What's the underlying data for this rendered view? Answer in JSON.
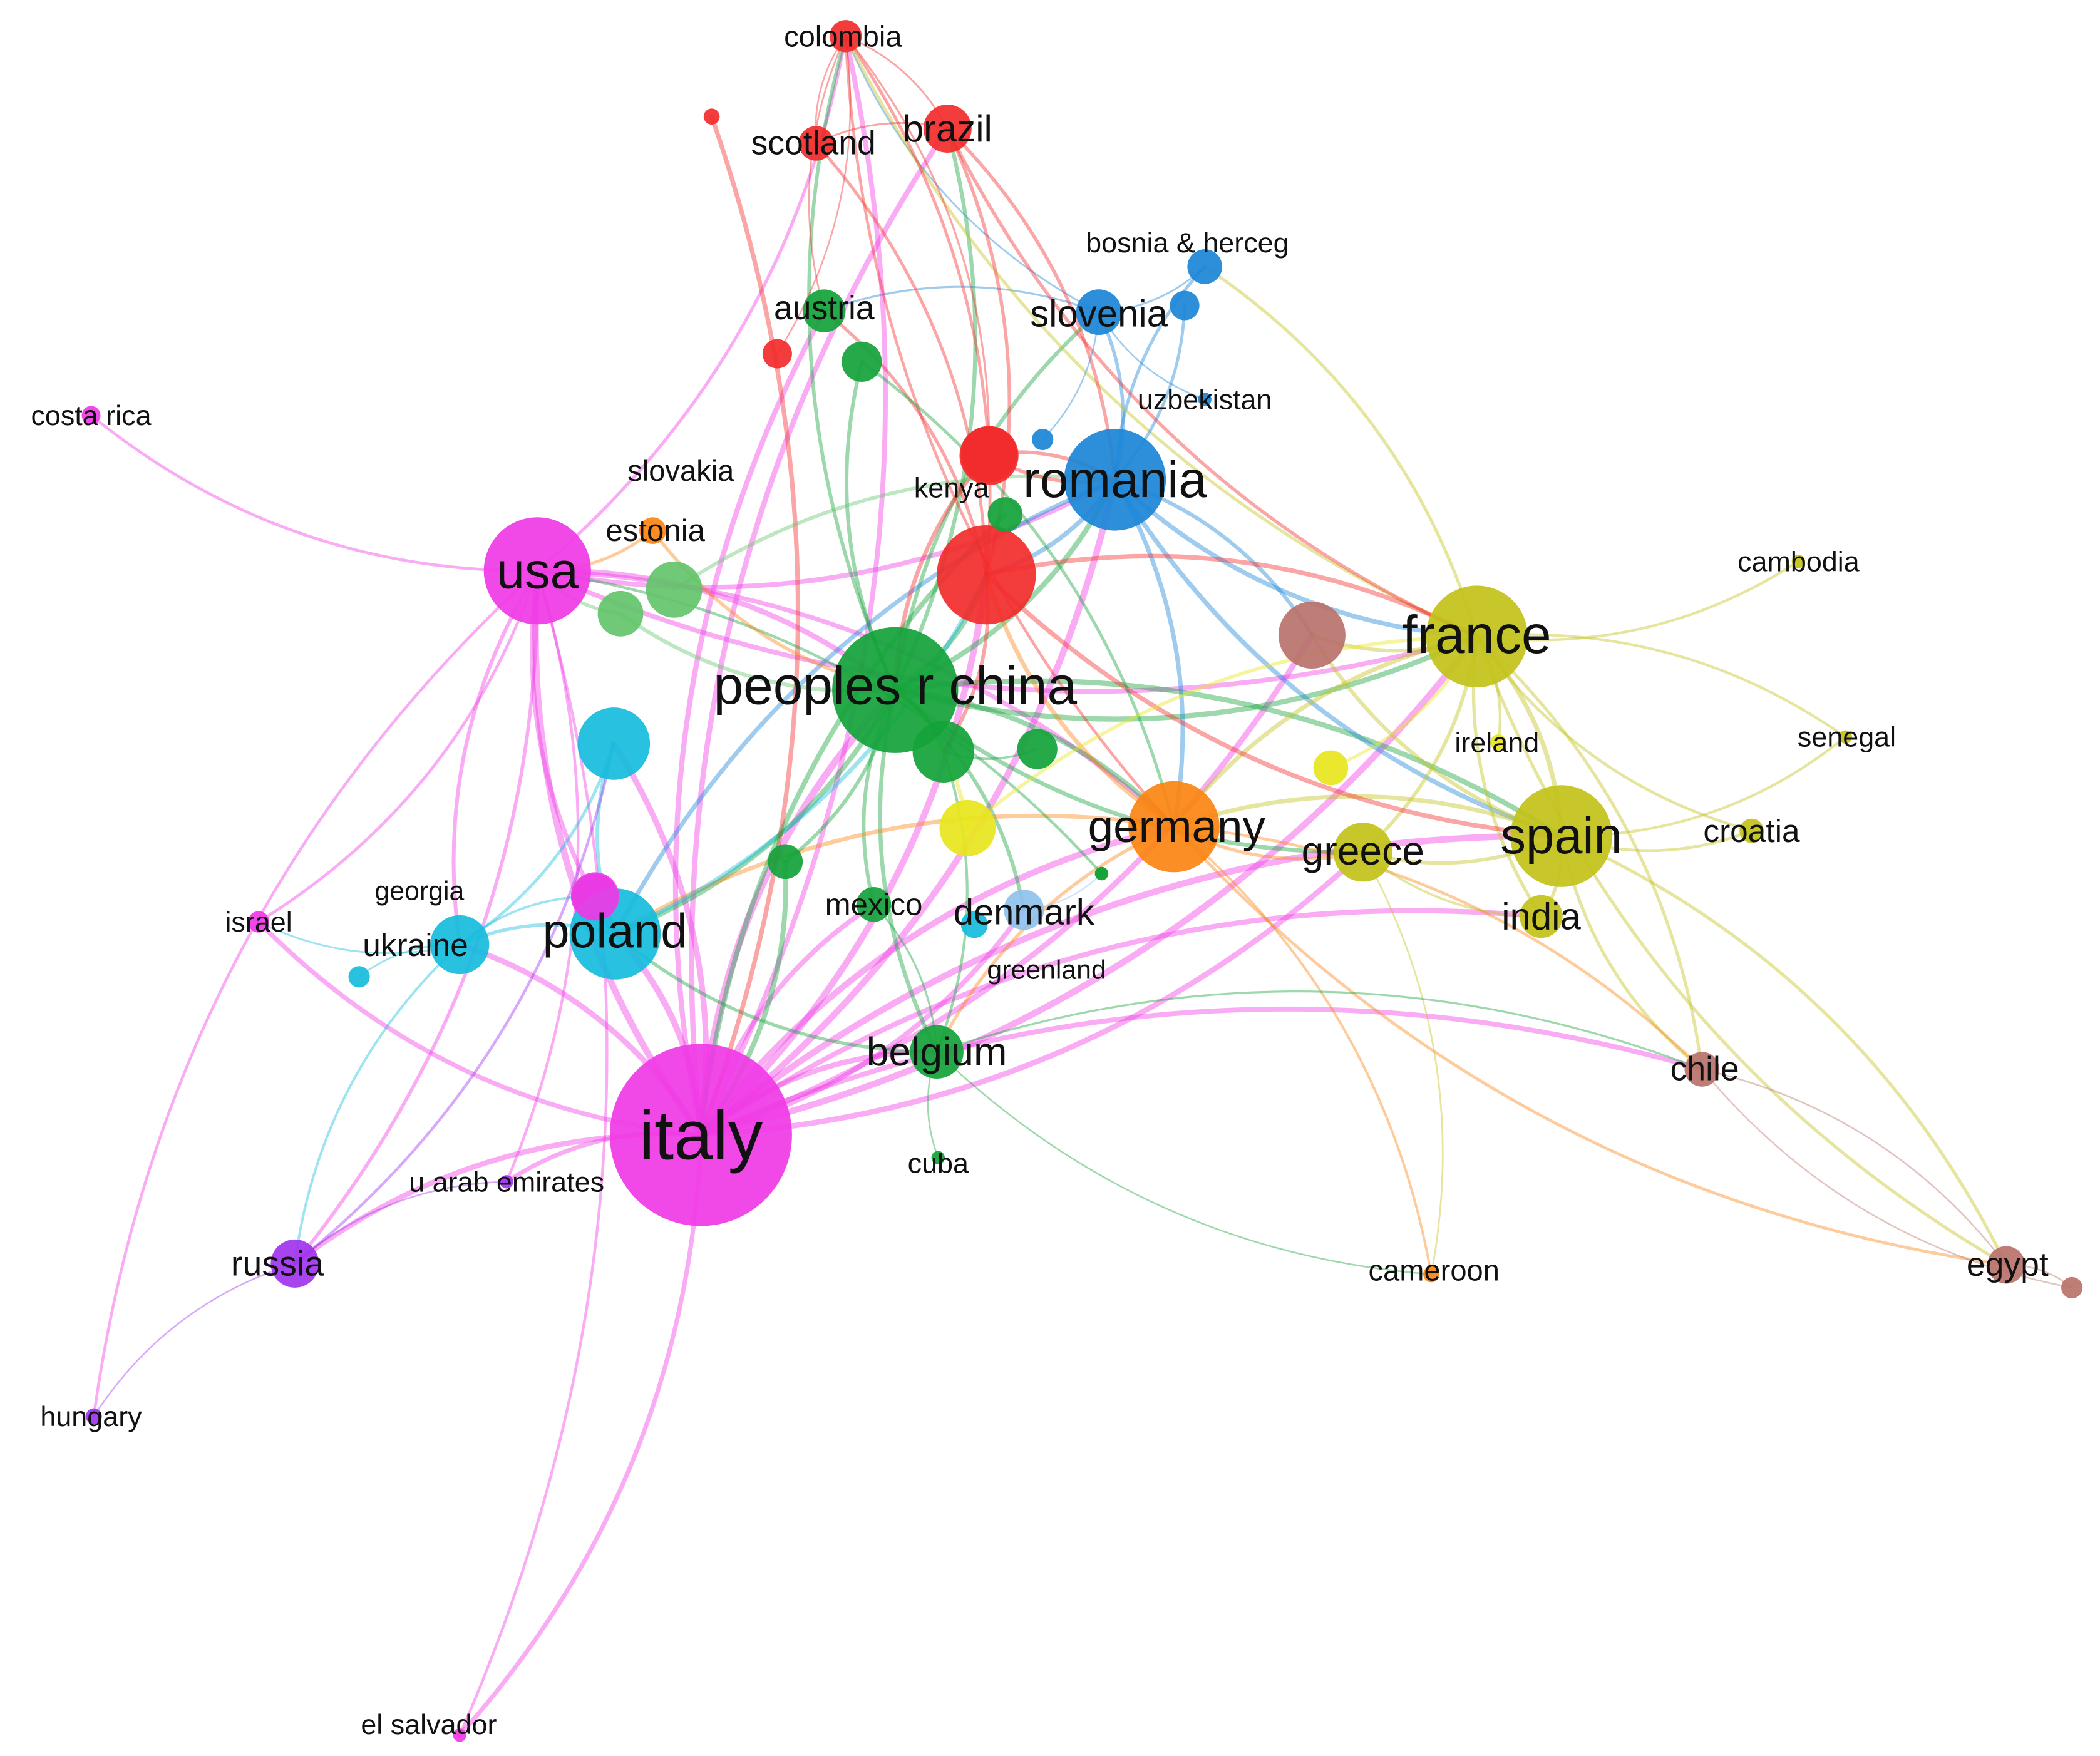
{
  "clusters": {
    "red": "#f22b2b",
    "green": "#14a33a",
    "blue": "#1b86d6",
    "yellow_olive": "#c2c21a",
    "purple": "#a033ee",
    "cyan": "#16bcdc",
    "orange": "#fb8412",
    "brown": "#b8726a",
    "magenta": "#f03ae5",
    "light_green": "#63c46a",
    "light_blue": "#8fc1ec",
    "yellow": "#e8e61c"
  },
  "nodes": [
    {
      "id": "italy",
      "label": "italy",
      "cluster": "magenta"
    },
    {
      "id": "usa",
      "label": "usa",
      "cluster": "magenta"
    },
    {
      "id": "israel",
      "label": "israel",
      "cluster": "magenta"
    },
    {
      "id": "costa-rica",
      "label": "costa rica",
      "cluster": "magenta"
    },
    {
      "id": "el-salvador",
      "label": "el salvador",
      "cluster": "magenta"
    },
    {
      "id": "russia",
      "label": "russia",
      "cluster": "purple"
    },
    {
      "id": "hungary",
      "label": "hungary",
      "cluster": "purple"
    },
    {
      "id": "u-arab-emirates",
      "label": "u arab emirates",
      "cluster": "purple"
    },
    {
      "id": "georgia",
      "label": "georgia",
      "cluster": "purple"
    },
    {
      "id": "poland",
      "label": "poland",
      "cluster": "cyan"
    },
    {
      "id": "ukraine",
      "label": "ukraine",
      "cluster": "cyan"
    },
    {
      "id": "peoples-r-china",
      "label": "peoples r china",
      "cluster": "green"
    },
    {
      "id": "belgium",
      "label": "belgium",
      "cluster": "green"
    },
    {
      "id": "mexico",
      "label": "mexico",
      "cluster": "green"
    },
    {
      "id": "cuba",
      "label": "cuba",
      "cluster": "green"
    },
    {
      "id": "greenland",
      "label": "greenland",
      "cluster": "green"
    },
    {
      "id": "denmark",
      "label": "denmark",
      "cluster": "light_blue"
    },
    {
      "id": "romania",
      "label": "romania",
      "cluster": "blue"
    },
    {
      "id": "slovenia",
      "label": "slovenia",
      "cluster": "blue"
    },
    {
      "id": "bosnia-herceg",
      "label": "bosnia & herceg",
      "cluster": "blue"
    },
    {
      "id": "uzbekistan",
      "label": "uzbekistan",
      "cluster": "blue"
    },
    {
      "id": "colombia",
      "label": "colombia",
      "cluster": "red"
    },
    {
      "id": "brazil",
      "label": "brazil",
      "cluster": "red"
    },
    {
      "id": "scotland",
      "label": "scotland",
      "cluster": "red"
    },
    {
      "id": "austria",
      "label": "austria",
      "cluster": "green"
    },
    {
      "id": "kenya",
      "label": "kenya",
      "cluster": "red"
    },
    {
      "id": "slovakia",
      "label": "slovakia",
      "cluster": "light_green"
    },
    {
      "id": "estonia",
      "label": "estonia",
      "cluster": "orange"
    },
    {
      "id": "germany",
      "label": "germany",
      "cluster": "orange"
    },
    {
      "id": "cameroon",
      "label": "cameroon",
      "cluster": "orange"
    },
    {
      "id": "france",
      "label": "france",
      "cluster": "yellow_olive"
    },
    {
      "id": "spain",
      "label": "spain",
      "cluster": "yellow_olive"
    },
    {
      "id": "greece",
      "label": "greece",
      "cluster": "yellow_olive"
    },
    {
      "id": "india",
      "label": "india",
      "cluster": "yellow_olive"
    },
    {
      "id": "ireland",
      "label": "ireland",
      "cluster": "yellow"
    },
    {
      "id": "croatia",
      "label": "croatia",
      "cluster": "yellow_olive"
    },
    {
      "id": "senegal",
      "label": "senegal",
      "cluster": "yellow_olive"
    },
    {
      "id": "cambodia",
      "label": "cambodia",
      "cluster": "yellow_olive"
    },
    {
      "id": "chile",
      "label": "chile",
      "cluster": "brown"
    },
    {
      "id": "egypt",
      "label": "egypt",
      "cluster": "brown"
    },
    {
      "id": "red-hub",
      "label": "",
      "cluster": "red"
    },
    {
      "id": "red-a",
      "label": "",
      "cluster": "red"
    },
    {
      "id": "red-b",
      "label": "",
      "cluster": "red"
    },
    {
      "id": "red-c",
      "label": "",
      "cluster": "red"
    },
    {
      "id": "green-a",
      "label": "",
      "cluster": "green"
    },
    {
      "id": "green-b",
      "label": "",
      "cluster": "green"
    },
    {
      "id": "green-c",
      "label": "",
      "cluster": "green"
    },
    {
      "id": "green-d",
      "label": "",
      "cluster": "green"
    },
    {
      "id": "green-e",
      "label": "",
      "cluster": "green"
    },
    {
      "id": "green-f",
      "label": "",
      "cluster": "green"
    },
    {
      "id": "lgreen-a",
      "label": "",
      "cluster": "light_green"
    },
    {
      "id": "cyan-a",
      "label": "",
      "cluster": "cyan"
    },
    {
      "id": "cyan-b",
      "label": "",
      "cluster": "cyan"
    },
    {
      "id": "cyan-c",
      "label": "",
      "cluster": "cyan"
    },
    {
      "id": "yellow-a",
      "label": "",
      "cluster": "yellow"
    },
    {
      "id": "yellow-b",
      "label": "",
      "cluster": "yellow"
    },
    {
      "id": "brown-a",
      "label": "",
      "cluster": "brown"
    },
    {
      "id": "brown-b",
      "label": "",
      "cluster": "brown"
    },
    {
      "id": "blue-a",
      "label": "",
      "cluster": "blue"
    },
    {
      "id": "blue-b",
      "label": "",
      "cluster": "blue"
    },
    {
      "id": "magenta-a",
      "label": "",
      "cluster": "magenta"
    }
  ],
  "edges": [
    [
      "italy",
      "usa"
    ],
    [
      "italy",
      "poland"
    ],
    [
      "italy",
      "peoples-r-china"
    ],
    [
      "italy",
      "romania"
    ],
    [
      "italy",
      "germany"
    ],
    [
      "italy",
      "france"
    ],
    [
      "italy",
      "spain"
    ],
    [
      "italy",
      "greece"
    ],
    [
      "italy",
      "belgium"
    ],
    [
      "italy",
      "russia"
    ],
    [
      "italy",
      "chile"
    ],
    [
      "italy",
      "colombia"
    ],
    [
      "italy",
      "brazil"
    ],
    [
      "italy",
      "red-hub"
    ],
    [
      "italy",
      "el-salvador"
    ],
    [
      "italy",
      "u-arab-emirates"
    ],
    [
      "italy",
      "israel"
    ],
    [
      "italy",
      "ukraine"
    ],
    [
      "italy",
      "austria"
    ],
    [
      "italy",
      "denmark"
    ],
    [
      "italy",
      "mexico"
    ],
    [
      "italy",
      "cyan-a"
    ],
    [
      "italy",
      "india"
    ],
    [
      "italy",
      "brown-a"
    ],
    [
      "usa",
      "costa-rica"
    ],
    [
      "usa",
      "colombia"
    ],
    [
      "usa",
      "russia"
    ],
    [
      "usa",
      "poland"
    ],
    [
      "usa",
      "peoples-r-china"
    ],
    [
      "usa",
      "romania"
    ],
    [
      "usa",
      "israel"
    ],
    [
      "usa",
      "ukraine"
    ],
    [
      "usa",
      "el-salvador"
    ],
    [
      "usa",
      "france"
    ],
    [
      "usa",
      "germany"
    ],
    [
      "usa",
      "hungary"
    ],
    [
      "usa",
      "u-arab-emirates"
    ],
    [
      "peoples-r-china",
      "romania"
    ],
    [
      "peoples-r-china",
      "germany"
    ],
    [
      "peoples-r-china",
      "france"
    ],
    [
      "peoples-r-china",
      "spain"
    ],
    [
      "peoples-r-china",
      "belgium"
    ],
    [
      "peoples-r-china",
      "colombia"
    ],
    [
      "peoples-r-china",
      "brazil"
    ],
    [
      "peoples-r-china",
      "poland"
    ],
    [
      "peoples-r-china",
      "red-hub"
    ],
    [
      "peoples-r-china",
      "slovenia"
    ],
    [
      "peoples-r-china",
      "greece"
    ],
    [
      "peoples-r-china",
      "green-a"
    ],
    [
      "peoples-r-china",
      "mexico"
    ],
    [
      "peoples-r-china",
      "denmark"
    ],
    [
      "romania",
      "slovenia"
    ],
    [
      "romania",
      "bosnia-herceg"
    ],
    [
      "romania",
      "france"
    ],
    [
      "romania",
      "germany"
    ],
    [
      "romania",
      "spain"
    ],
    [
      "romania",
      "red-hub"
    ],
    [
      "romania",
      "poland"
    ],
    [
      "romania",
      "brown-a"
    ],
    [
      "slovenia",
      "bosnia-herceg"
    ],
    [
      "slovenia",
      "colombia"
    ],
    [
      "slovenia",
      "austria"
    ],
    [
      "france",
      "spain"
    ],
    [
      "france",
      "germany"
    ],
    [
      "france",
      "greece"
    ],
    [
      "france",
      "india"
    ],
    [
      "france",
      "brown-a"
    ],
    [
      "france",
      "cambodia"
    ],
    [
      "france",
      "senegal"
    ],
    [
      "france",
      "croatia"
    ],
    [
      "france",
      "colombia"
    ],
    [
      "france",
      "bosnia-herceg"
    ],
    [
      "france",
      "chile"
    ],
    [
      "france",
      "egypt"
    ],
    [
      "france",
      "ireland"
    ],
    [
      "spain",
      "germany"
    ],
    [
      "spain",
      "greece"
    ],
    [
      "spain",
      "croatia"
    ],
    [
      "spain",
      "india"
    ],
    [
      "spain",
      "chile"
    ],
    [
      "spain",
      "egypt"
    ],
    [
      "spain",
      "senegal"
    ],
    [
      "spain",
      "brown-a"
    ],
    [
      "germany",
      "greece"
    ],
    [
      "germany",
      "cameroon"
    ],
    [
      "germany",
      "belgium"
    ],
    [
      "germany",
      "red-hub"
    ],
    [
      "germany",
      "poland"
    ],
    [
      "germany",
      "chile"
    ],
    [
      "germany",
      "egypt"
    ],
    [
      "greece",
      "cameroon"
    ],
    [
      "greece",
      "india"
    ],
    [
      "chile",
      "egypt"
    ],
    [
      "chile",
      "brown-b"
    ],
    [
      "egypt",
      "brown-b"
    ],
    [
      "belgium",
      "cuba"
    ],
    [
      "belgium",
      "poland"
    ],
    [
      "belgium",
      "cameroon"
    ],
    [
      "belgium",
      "chile"
    ],
    [
      "poland",
      "ukraine"
    ],
    [
      "poland",
      "georgia"
    ],
    [
      "poland",
      "red-hub"
    ],
    [
      "poland",
      "cyan-a"
    ],
    [
      "ukraine",
      "cyan-b"
    ],
    [
      "ukraine",
      "georgia"
    ],
    [
      "ukraine",
      "russia"
    ],
    [
      "ukraine",
      "israel"
    ],
    [
      "russia",
      "hungary"
    ],
    [
      "russia",
      "u-arab-emirates"
    ],
    [
      "russia",
      "cyan-a"
    ],
    [
      "colombia",
      "brazil"
    ],
    [
      "colombia",
      "scotland"
    ],
    [
      "colombia",
      "red-hub"
    ],
    [
      "colombia",
      "austria"
    ],
    [
      "colombia",
      "red-c"
    ],
    [
      "colombia",
      "germany"
    ],
    [
      "brazil",
      "red-hub"
    ],
    [
      "brazil",
      "scotland"
    ],
    [
      "brazil",
      "romania"
    ],
    [
      "brazil",
      "france"
    ],
    [
      "scotland",
      "red-hub"
    ],
    [
      "red-hub",
      "austria"
    ],
    [
      "red-hub",
      "green-a"
    ],
    [
      "red-hub",
      "spain"
    ],
    [
      "red-hub",
      "france"
    ],
    [
      "red-a",
      "peoples-r-china"
    ],
    [
      "red-a",
      "romania"
    ],
    [
      "red-a",
      "colombia"
    ],
    [
      "red-b",
      "italy"
    ],
    [
      "green-a",
      "green-b"
    ],
    [
      "green-a",
      "belgium"
    ],
    [
      "green-c",
      "peoples-r-china"
    ],
    [
      "green-c",
      "germany"
    ],
    [
      "green-d",
      "peoples-r-china"
    ],
    [
      "green-d",
      "italy"
    ],
    [
      "green-e",
      "italy"
    ],
    [
      "mexico",
      "belgium"
    ],
    [
      "lgreen-a",
      "peoples-r-china"
    ],
    [
      "lgreen-a",
      "usa"
    ],
    [
      "green-f",
      "usa"
    ],
    [
      "cyan-a",
      "ukraine"
    ],
    [
      "yellow-a",
      "peoples-r-china"
    ],
    [
      "yellow-a",
      "france"
    ],
    [
      "yellow-b",
      "france"
    ],
    [
      "estonia",
      "usa"
    ],
    [
      "estonia",
      "peoples-r-china"
    ],
    [
      "slovakia",
      "romania"
    ],
    [
      "kenya",
      "romania"
    ],
    [
      "uzbekistan",
      "slovenia"
    ],
    [
      "blue-a",
      "slovenia"
    ],
    [
      "blue-b",
      "romania"
    ],
    [
      "denmark",
      "greenland"
    ],
    [
      "magenta-a",
      "poland"
    ]
  ]
}
